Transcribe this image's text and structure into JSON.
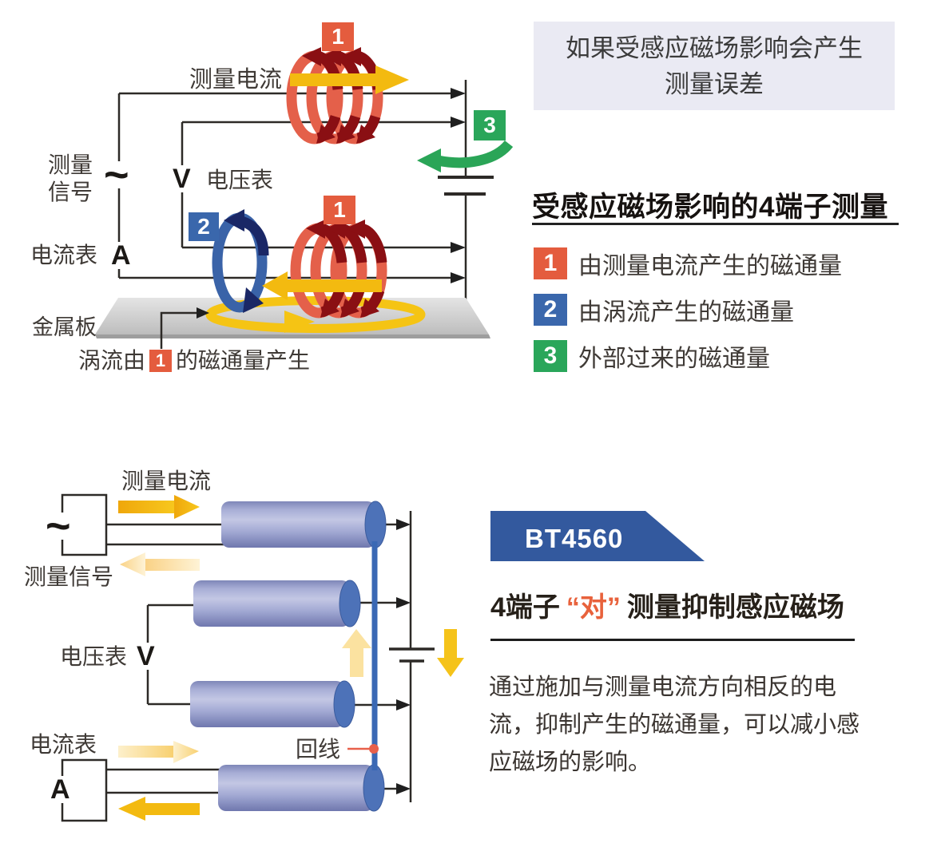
{
  "palette": {
    "accent_orange": "#e45c3e",
    "accent_blue": "#3a67ac",
    "accent_green": "#2aa65a",
    "banner_blue": "#33599e",
    "highlight_orange": "#e8623c",
    "arrow_gold": "#f3ba10",
    "arrow_pale": "#fbe2a0",
    "coil_salmon": "#e4604a",
    "coil_dark_red": "#8a0f13",
    "eddy_coil_blue": "#3a63a8",
    "eddy_coil_navy": "#1a2766",
    "cell_blue": "#4d72b8",
    "note_bg": "#eaeaf3"
  },
  "top_diagram": {
    "source_symbol": "~",
    "labels": {
      "measure_current": "测量电流",
      "measure_signal": "测量\n信号",
      "voltmeter": "电压表",
      "voltmeter_symbol": "V",
      "ammeter": "电流表",
      "ammeter_symbol": "A",
      "metal_plate": "金属板"
    },
    "badges": {
      "flux_current": "1",
      "flux_current_lower": "1",
      "flux_eddy": "2",
      "flux_external": "3"
    },
    "eddy_caption": {
      "pre": "涡流由",
      "badge": "1",
      "post": "的磁通量产生"
    }
  },
  "info_panel_top": {
    "note_line1": "如果受感应磁场影响会产生",
    "note_line2": "测量误差",
    "heading": "受感应磁场影响的4端子测量",
    "legend": [
      {
        "num": "1",
        "label": "由测量电流产生的磁通量"
      },
      {
        "num": "2",
        "label": "由涡流产生的磁通量"
      },
      {
        "num": "3",
        "label": "外部过来的磁通量"
      }
    ]
  },
  "bottom_diagram": {
    "source_symbol": "~",
    "labels": {
      "measure_current": "测量电流",
      "measure_signal": "测量信号",
      "voltmeter": "电压表",
      "voltmeter_symbol": "V",
      "ammeter": "电流表",
      "ammeter_symbol": "A",
      "return_line": "回线"
    }
  },
  "info_panel_bottom": {
    "product_badge": "BT4560",
    "heading_pre": "4端子",
    "heading_em": "“对”",
    "heading_post": "测量抑制感应磁场",
    "body_line1": "通过施加与测量电流方向相反的电",
    "body_line2": "流，抑制产生的磁通量，可以减小感",
    "body_line3": "应磁场的影响。"
  }
}
